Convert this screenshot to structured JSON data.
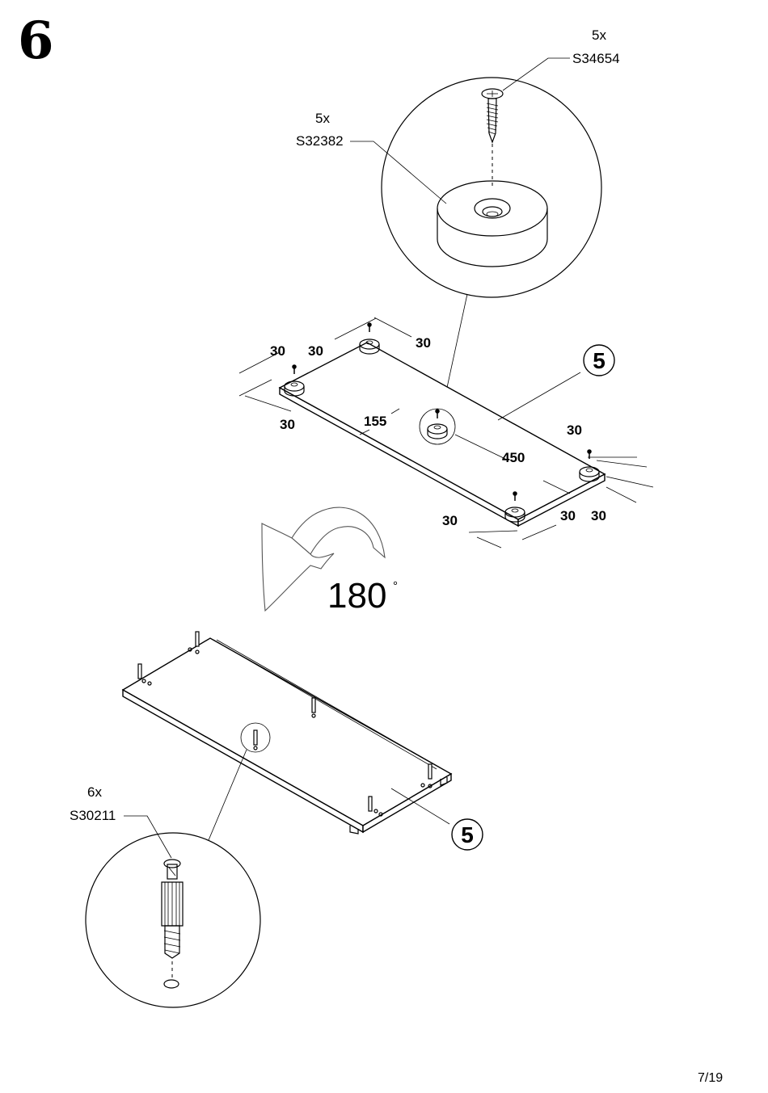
{
  "step_number": "6",
  "page_number": "7/19",
  "rotation": {
    "value": "180",
    "unit_symbol": "°"
  },
  "part_number": "5",
  "fittings": {
    "screw": {
      "qty": "5x",
      "code": "S34654"
    },
    "foot": {
      "qty": "5x",
      "code": "S32382"
    },
    "dowel": {
      "qty": "6x",
      "code": "S30211"
    }
  },
  "dimensions": {
    "d30_a": "30",
    "d30_b": "30",
    "d30_c": "30",
    "d30_d": "30",
    "d30_e": "30",
    "d30_f": "30",
    "d30_g": "30",
    "d30_h": "30",
    "d155": "155",
    "d450": "450"
  }
}
